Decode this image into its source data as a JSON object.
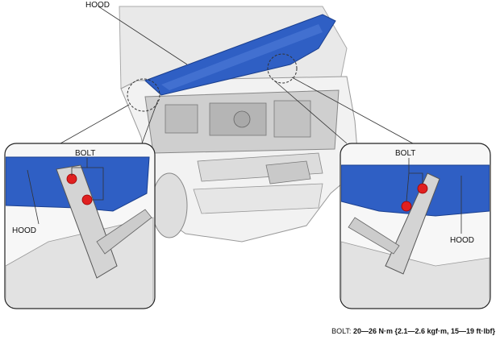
{
  "labels": {
    "hood_main": "HOOD",
    "hood_left": "HOOD",
    "hood_right": "HOOD",
    "bolt_left": "BOLT",
    "bolt_right": "BOLT"
  },
  "spec": {
    "label": "BOLT:",
    "value": "20—26 N·m {2.1—2.6 kgf·m, 15—19 ft·lbf}"
  },
  "colors": {
    "hood_blue": "#2f5fc4",
    "bolt_red": "#e02020",
    "line_gray": "#555555"
  }
}
